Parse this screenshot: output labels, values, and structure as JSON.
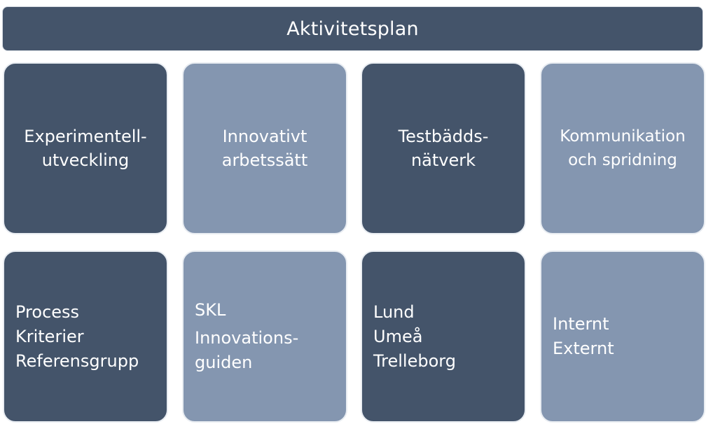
{
  "title": "Aktivitetsplan",
  "colors": {
    "dark": "#44546a",
    "light": "#8496b0",
    "text": "#ffffff"
  },
  "columns": [
    {
      "id": "experimentell",
      "header": [
        "Experimentell-",
        "utveckling"
      ],
      "items": [
        "Process",
        "Kriterier",
        "Referensgrupp"
      ]
    },
    {
      "id": "innovativt",
      "header": [
        "Innovativt",
        "arbetssätt"
      ],
      "items": [
        "SKL",
        "Innovations-",
        "guiden"
      ]
    },
    {
      "id": "testbadds",
      "header": [
        "Testbädds-",
        "nätverk"
      ],
      "items": [
        "Lund",
        "Umeå",
        "Trelleborg"
      ]
    },
    {
      "id": "kommunikation",
      "header": [
        "Kommunikation",
        "och spridning"
      ],
      "items": [
        "Internt",
        "Externt"
      ]
    }
  ]
}
